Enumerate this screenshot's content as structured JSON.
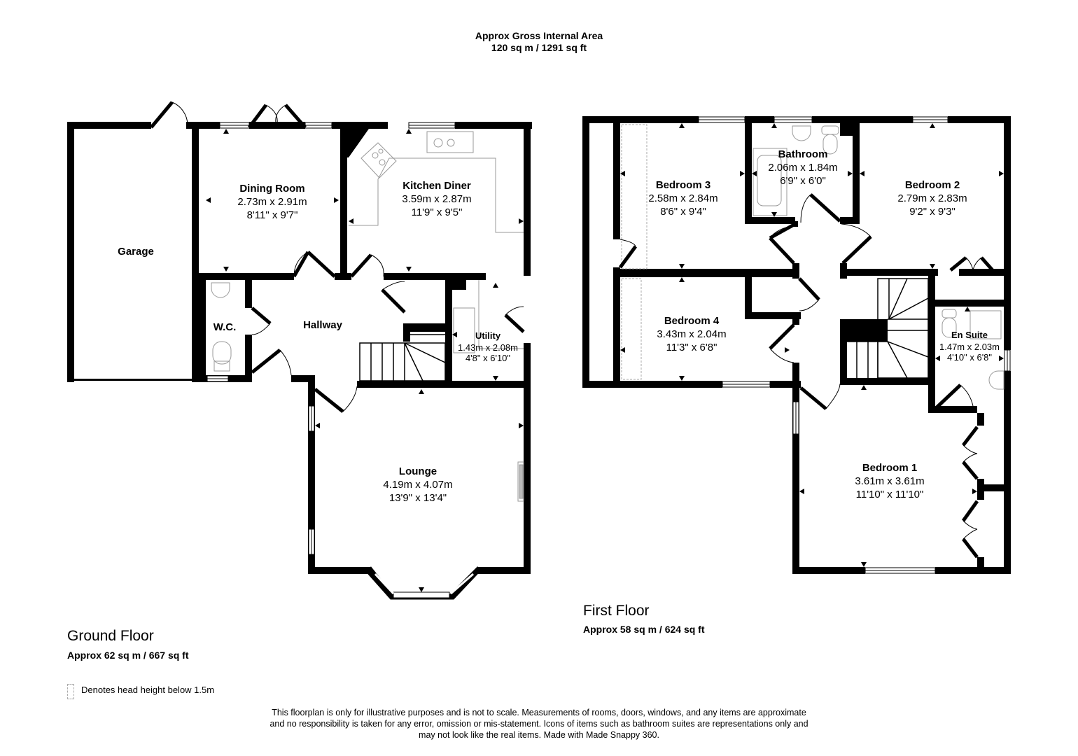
{
  "header": {
    "title": "Approx Gross Internal Area",
    "total_area": "120 sq m / 1291 sq ft"
  },
  "floors": {
    "ground": {
      "title": "Ground Floor",
      "area": "Approx 62 sq m / 667 sq ft",
      "rooms": {
        "garage": {
          "name": "Garage"
        },
        "dining": {
          "name": "Dining Room",
          "metric": "2.73m x 2.91m",
          "imperial": "8'11\" x 9'7\""
        },
        "kitchen": {
          "name": "Kitchen Diner",
          "metric": "3.59m x 2.87m",
          "imperial": "11'9\" x 9'5\""
        },
        "wc": {
          "name": "W.C."
        },
        "hallway": {
          "name": "Hallway"
        },
        "utility": {
          "name": "Utility",
          "metric": "1.43m x 2.08m",
          "imperial": "4'8\" x 6'10\""
        },
        "lounge": {
          "name": "Lounge",
          "metric": "4.19m x 4.07m",
          "imperial": "13'9\" x 13'4\""
        }
      }
    },
    "first": {
      "title": "First Floor",
      "area": "Approx 58 sq m / 624 sq ft",
      "rooms": {
        "bedroom3": {
          "name": "Bedroom 3",
          "metric": "2.58m x 2.84m",
          "imperial": "8'6\" x 9'4\""
        },
        "bathroom": {
          "name": "Bathroom",
          "metric": "2.06m x 1.84m",
          "imperial": "6'9\" x 6'0\""
        },
        "bedroom2": {
          "name": "Bedroom 2",
          "metric": "2.79m x 2.83m",
          "imperial": "9'2\" x 9'3\""
        },
        "bedroom4": {
          "name": "Bedroom 4",
          "metric": "3.43m x 2.04m",
          "imperial": "11'3\" x 6'8\""
        },
        "ensuite": {
          "name": "En Suite",
          "metric": "1.47m x 2.03m",
          "imperial": "4'10\" x 6'8\""
        },
        "bedroom1": {
          "name": "Bedroom 1",
          "metric": "3.61m x 3.61m",
          "imperial": "11'10\" x 11'10\""
        }
      }
    }
  },
  "legend": {
    "text": "Denotes head height below 1.5m"
  },
  "disclaimer": {
    "line1": "This floorplan is only for illustrative purposes and is not to scale. Measurements of rooms, doors, windows, and any items are approximate",
    "line2": "and no responsibility is taken for any error, omission or mis-statement. Icons of items such as bathroom suites are representations only and",
    "line3": "may not look like the real items. Made with Made Snappy 360."
  },
  "colors": {
    "wall": "#000000",
    "fixture": "#999999",
    "background": "#ffffff"
  }
}
